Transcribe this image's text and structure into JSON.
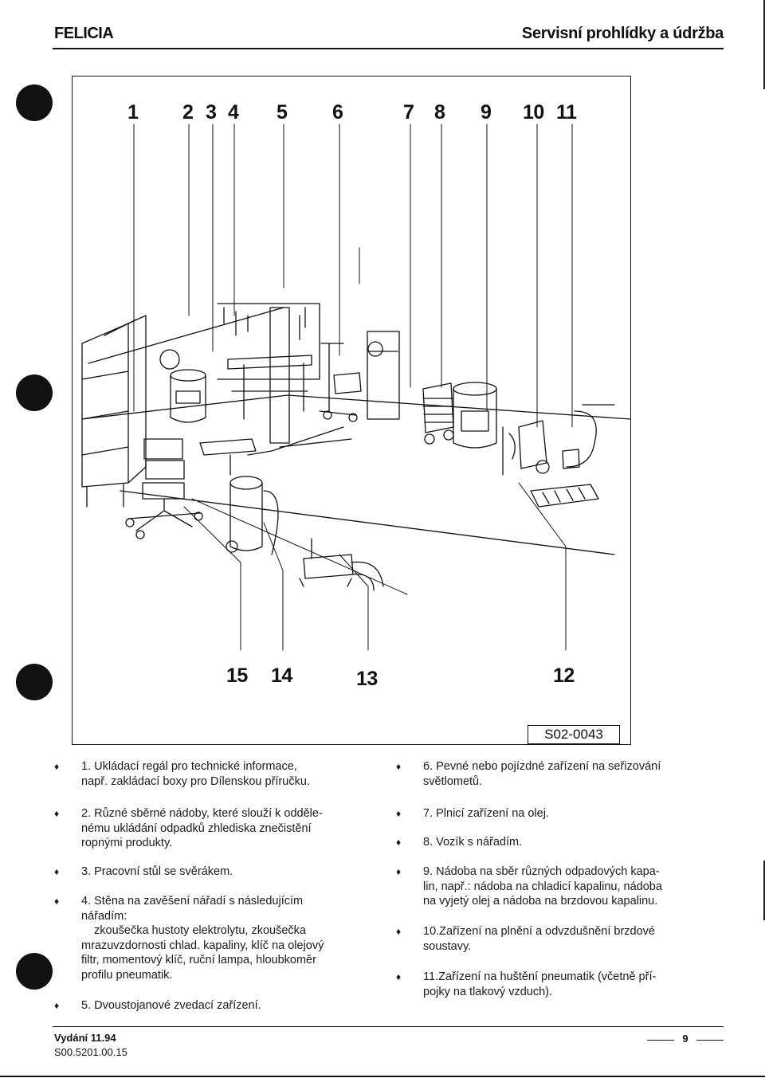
{
  "header": {
    "model": "FELICIA",
    "section": "Servisní prohlídky a údržba"
  },
  "figure": {
    "top_labels": [
      "1",
      "2",
      "3",
      "4",
      "5",
      "6",
      "7",
      "8",
      "9",
      "10",
      "11"
    ],
    "bottom_labels": [
      "15",
      "14",
      "13",
      "12"
    ],
    "figure_id": "S02-0043"
  },
  "bullet_glyph": "♦",
  "left_items": [
    [
      "1. Ukládací regál pro technické informace,",
      "např. zakládací boxy pro Dílenskou příručku."
    ],
    [
      "2. Různé sběrné nádoby, které slouží k odděle-",
      "nému ukládání odpadků zhlediska znečistění",
      "ropnými produkty."
    ],
    [
      "3. Pracovní stůl se svěrákem."
    ],
    [
      "4. Stěna na zavěšení nářadí s následujícím",
      "nářadím:",
      "zkoušečka hustoty elektrolytu, zkoušečka",
      "mrazuvzdornosti chlad. kapaliny, klíč na olejový",
      "filtr, momentový klíč, ruční lampa, hloubkoměr",
      "profilu pneumatik."
    ],
    [
      "5. Dvoustojanové zvedací zařízení."
    ]
  ],
  "right_items": [
    [
      "6. Pevné nebo pojízdné zařízení na seřizování",
      "světlometů."
    ],
    [
      "7. Plnicí zařízení na olej."
    ],
    [
      "8. Vozík s nářadím."
    ],
    [
      "9. Nádoba na sběr různých odpadových kapa-",
      "lin, např.: nádoba na chladicí kapalinu, nádoba",
      "na vyjetý olej a nádoba na brzdovou kapalinu."
    ],
    [
      "10.Zařízení na plnění a odvzdušnění brzdové",
      "soustavy."
    ],
    [
      "11.Zařízení na huštění pneumatik (včetně pří-",
      "pojky na tlakový vzduch)."
    ]
  ],
  "footer": {
    "edition": "Vydání 11.94",
    "code": "S00.5201.00.15",
    "page": "9"
  }
}
